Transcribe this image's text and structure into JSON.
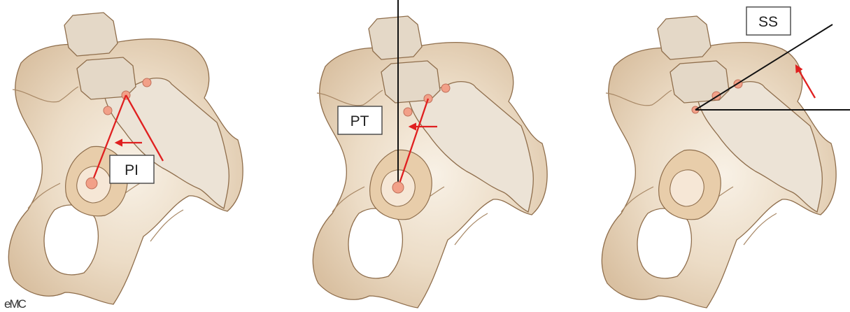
{
  "panels": [
    {
      "label": "PI"
    },
    {
      "label": "PT"
    },
    {
      "label": "SS"
    }
  ],
  "logo": "eMC",
  "colors": {
    "bone": "#e2cdb2",
    "bone_light": "#f7efe3",
    "outline": "#8f6e4c",
    "landmark": "#f2a088",
    "measure_line": "#e02020",
    "reference_line": "#111111"
  }
}
